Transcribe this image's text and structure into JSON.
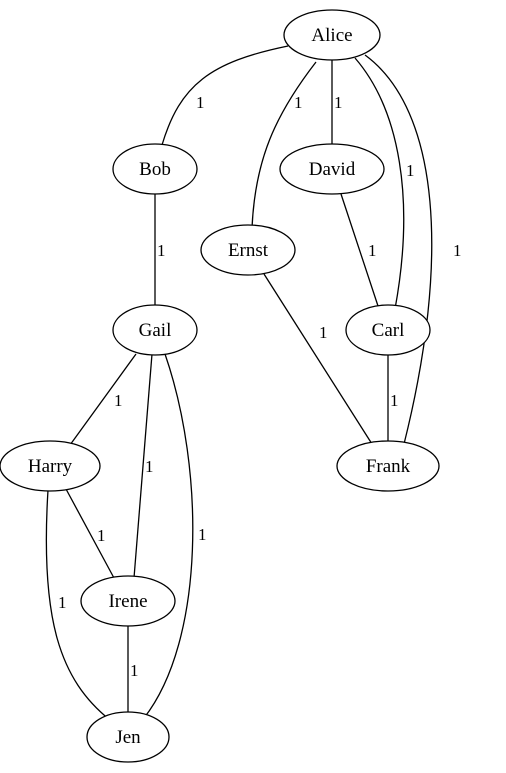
{
  "graph": {
    "nodes": {
      "alice": "Alice",
      "bob": "Bob",
      "david": "David",
      "ernst": "Ernst",
      "carl": "Carl",
      "gail": "Gail",
      "frank": "Frank",
      "harry": "Harry",
      "irene": "Irene",
      "jen": "Jen"
    },
    "edges": [
      {
        "from": "Alice",
        "to": "Bob",
        "weight": "1"
      },
      {
        "from": "Alice",
        "to": "Ernst",
        "weight": "1"
      },
      {
        "from": "Alice",
        "to": "David",
        "weight": "1"
      },
      {
        "from": "Alice",
        "to": "Carl",
        "weight": "1"
      },
      {
        "from": "Alice",
        "to": "Frank",
        "weight": "1"
      },
      {
        "from": "Bob",
        "to": "Gail",
        "weight": "1"
      },
      {
        "from": "David",
        "to": "Carl",
        "weight": "1"
      },
      {
        "from": "Ernst",
        "to": "Frank",
        "weight": "1"
      },
      {
        "from": "Carl",
        "to": "Frank",
        "weight": "1"
      },
      {
        "from": "Gail",
        "to": "Harry",
        "weight": "1"
      },
      {
        "from": "Gail",
        "to": "Irene",
        "weight": "1"
      },
      {
        "from": "Gail",
        "to": "Jen",
        "weight": "1"
      },
      {
        "from": "Harry",
        "to": "Irene",
        "weight": "1"
      },
      {
        "from": "Harry",
        "to": "Jen",
        "weight": "1"
      },
      {
        "from": "Irene",
        "to": "Jen",
        "weight": "1"
      }
    ]
  }
}
